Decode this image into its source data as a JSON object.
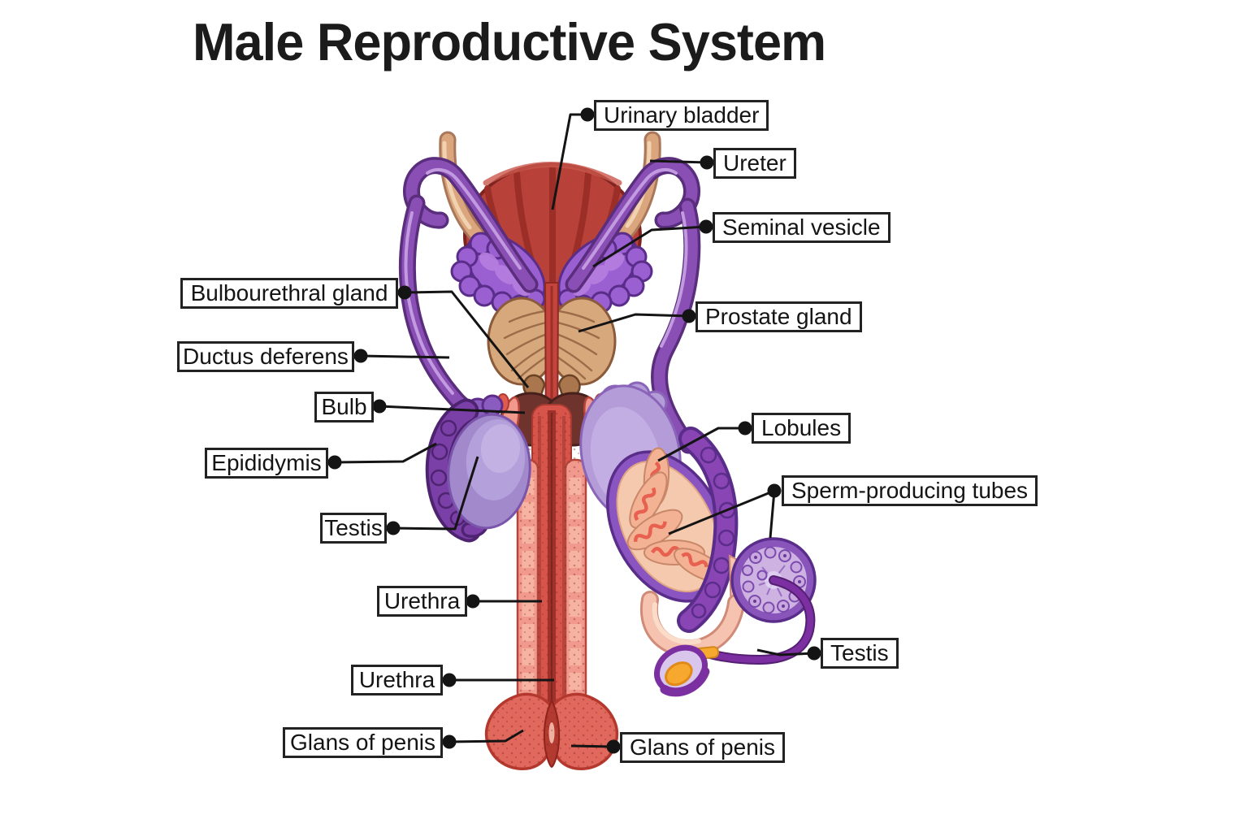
{
  "title": "Male Reproductive System",
  "labels": {
    "urinary_bladder": "Urinary bladder",
    "ureter": "Ureter",
    "seminal_vesicle": "Seminal vesicle",
    "prostate_gland": "Prostate gland",
    "bulbourethral_gland": "Bulbourethral gland",
    "ductus_deferens": "Ductus deferens",
    "bulb": "Bulb",
    "epididymis": "Epididymis",
    "testis_left": "Testis",
    "lobules": "Lobules",
    "sperm_producing_tubes": "Sperm-producing tubes",
    "urethra_upper": "Urethra",
    "urethra_lower": "Urethra",
    "glans_of_penis_left": "Glans of penis",
    "glans_of_penis_right": "Glans of penis",
    "testis_right": "Testis"
  },
  "palette": {
    "bladder-red": "#b8413a",
    "bladder-ridge": "#9b2f28",
    "bladder-outline": "#7d241f",
    "ureter-tan": "#dba57d",
    "ureter-outline": "#a9775a",
    "duct-purple": "#8a4fb5",
    "duct-purple-dark": "#5a2d7d",
    "duct-purple-light": "#c29ae0",
    "vesicle-violet": "#9a5fd0",
    "vesicle-outline": "#5a2d8a",
    "vesicle-light": "#b77fe0",
    "prostate-tan": "#d6a87c",
    "prostate-line": "#9c6b48",
    "gland-brown": "#a9764e",
    "bulb-maroon": "#6e332c",
    "urethra-red": "#c4453e",
    "shaft-salmon": "#f0998c",
    "shaft-red": "#d6544a",
    "shaft-cream": "#f6b3a2",
    "shaft-core": "#9e3129",
    "glans-red": "#e0685c",
    "glans-outline": "#b5382e",
    "testis-lavender": "#a289cc",
    "epididymis-purple": "#7b3fa8",
    "sac-lavender": "#b49cd8",
    "testis-peach": "#f5c9ad",
    "lobule-peach": "#f3b293",
    "tubule-coral": "#e8604f",
    "inset-fill": "#cdb2e2",
    "cell-purple": "#c9a8e0",
    "tail-purple": "#7b2fa0",
    "sperm-orange": "#f7a82e",
    "line-black": "#141414"
  }
}
